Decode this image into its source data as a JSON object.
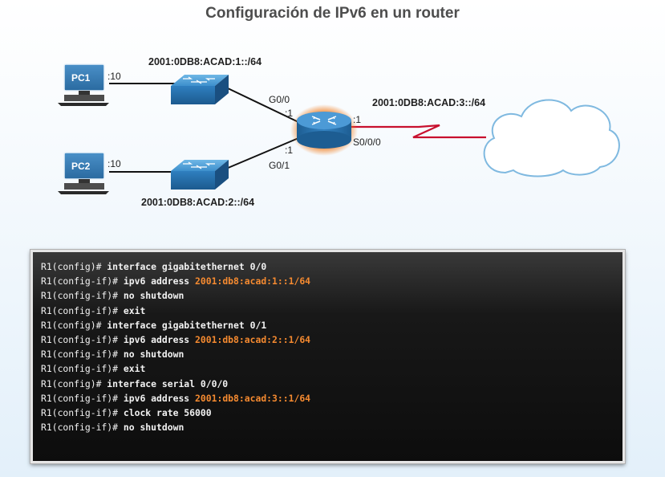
{
  "title": "Configuración de IPv6 en un router",
  "diagram": {
    "pc1": {
      "name": "PC1",
      "host_id": ":10"
    },
    "pc2": {
      "name": "PC2",
      "host_id": ":10"
    },
    "lan1": {
      "network": "2001:0DB8:ACAD:1::/64"
    },
    "lan2": {
      "network": "2001:0DB8:ACAD:2::/64"
    },
    "wan": {
      "network": "2001:0DB8:ACAD:3::/64"
    },
    "router": {
      "g00_label": "G0/0",
      "g00_host": ":1",
      "g01_label": "G0/1",
      "g01_host": ":1",
      "s000_label": "S0/0/0",
      "s000_host": ":1"
    }
  },
  "terminal": {
    "lines": [
      {
        "prompt": "R1(config)# ",
        "cmd": "interface gigabitethernet 0/0",
        "arg": ""
      },
      {
        "prompt": "R1(config-if)# ",
        "cmd": "ipv6 address ",
        "arg": "2001:db8:acad:1::1/64"
      },
      {
        "prompt": "R1(config-if)# ",
        "cmd": "no shutdown",
        "arg": ""
      },
      {
        "prompt": "R1(config-if)# ",
        "cmd": "exit",
        "arg": ""
      },
      {
        "prompt": "R1(config)# ",
        "cmd": "interface gigabitethernet 0/1",
        "arg": ""
      },
      {
        "prompt": "R1(config-if)# ",
        "cmd": "ipv6 address ",
        "arg": "2001:db8:acad:2::1/64"
      },
      {
        "prompt": "R1(config-if)# ",
        "cmd": "no shutdown",
        "arg": ""
      },
      {
        "prompt": "R1(config-if)# ",
        "cmd": "exit",
        "arg": ""
      },
      {
        "prompt": "R1(config)# ",
        "cmd": "interface serial 0/0/0",
        "arg": ""
      },
      {
        "prompt": "R1(config-if)# ",
        "cmd": "ipv6 address ",
        "arg": "2001:db8:acad:3::1/64"
      },
      {
        "prompt": "R1(config-if)# ",
        "cmd": "clock rate 56000",
        "arg": ""
      },
      {
        "prompt": "R1(config-if)# ",
        "cmd": "no shutdown",
        "arg": ""
      }
    ]
  },
  "colors": {
    "device_blue": "#2b7ab7",
    "serial_link": "#c8102e",
    "router_glow": "#f07a1a",
    "cli_argument": "#f58a30"
  }
}
